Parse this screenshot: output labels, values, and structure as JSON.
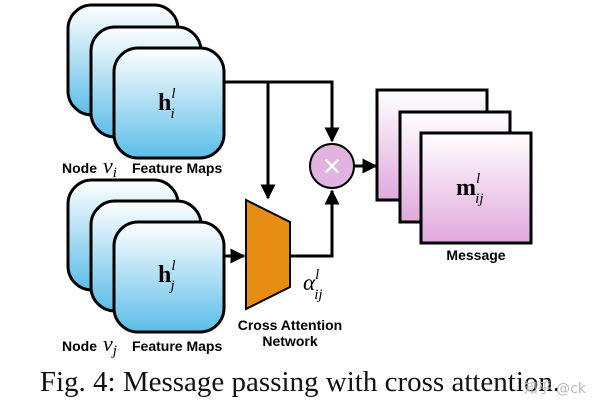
{
  "colors": {
    "tile_top": "#ffffff",
    "tile_bottom": "#5cbde8",
    "message_top": "#ffffff",
    "message_bottom": "#e0a8dd",
    "trapezoid": "#e88d14",
    "multiply_fill": "#e0b3e0",
    "line": "#000000"
  },
  "node_i": {
    "prefix": "Node",
    "variable": "v",
    "variable_subscript": "i",
    "suffix": "Feature Maps",
    "feature_base": "h",
    "feature_sup": "l",
    "feature_sub": "i"
  },
  "node_j": {
    "prefix": "Node",
    "variable": "v",
    "variable_subscript": "j",
    "suffix": "Feature Maps",
    "feature_base": "h",
    "feature_sup": "l",
    "feature_sub": "j"
  },
  "cross_attention": {
    "label_line1": "Cross Attention",
    "label_line2": "Network",
    "alpha_base": "α",
    "alpha_sup": "l",
    "alpha_sub": "ij"
  },
  "multiply": {
    "symbol": "×"
  },
  "message": {
    "label": "Message",
    "feature_base": "m",
    "feature_sup": "l",
    "feature_sub": "ij"
  },
  "caption": "Fig. 4: Message passing with cross attention.",
  "watermark": "知乎 @ck"
}
